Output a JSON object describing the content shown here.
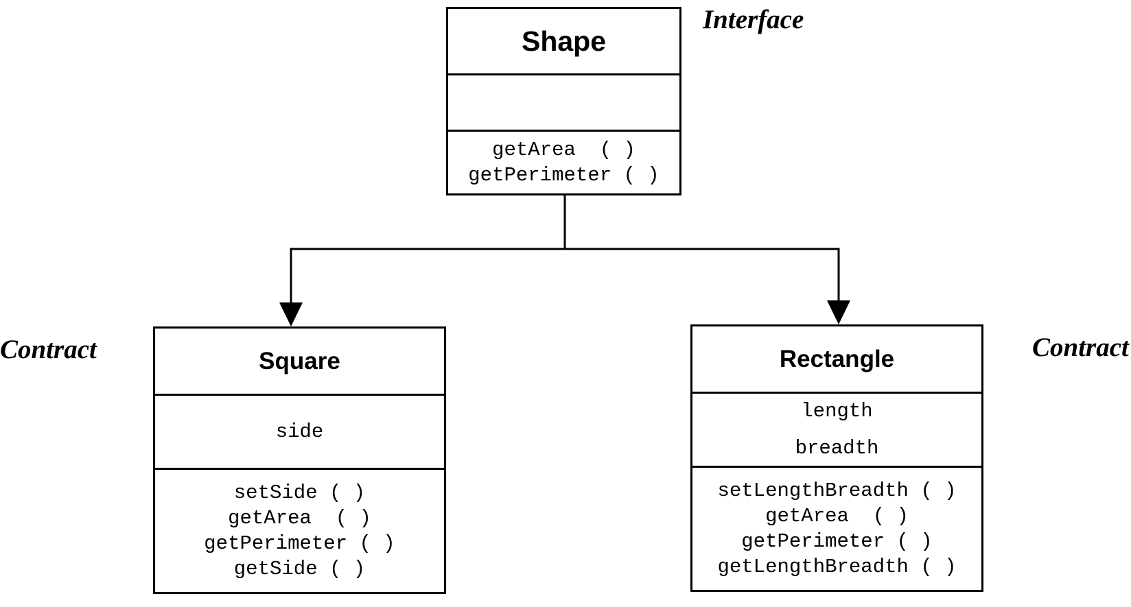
{
  "classes": {
    "shape": {
      "name": "Shape",
      "attributes": [],
      "methods": [
        "getArea  ( )",
        "getPerimeter ( )"
      ]
    },
    "square": {
      "name": "Square",
      "attributes": [
        "side"
      ],
      "methods": [
        "setSide ( )",
        "getArea  ( )",
        "getPerimeter ( )",
        "getSide ( )"
      ]
    },
    "rectangle": {
      "name": "Rectangle",
      "attributes": [
        "length",
        "breadth"
      ],
      "methods": [
        "setLengthBreadth ( )",
        "getArea  ( )",
        "getPerimeter ( )",
        "getLengthBreadth ( )"
      ]
    }
  },
  "labels": {
    "interface": "Interface",
    "contract_left": "Contract",
    "contract_right": "Contract"
  },
  "relations": [
    {
      "from": "Shape",
      "to": "Square",
      "kind": "arrow"
    },
    {
      "from": "Shape",
      "to": "Rectangle",
      "kind": "arrow"
    }
  ],
  "colors": {
    "stroke": "#000000",
    "background": "#ffffff"
  }
}
